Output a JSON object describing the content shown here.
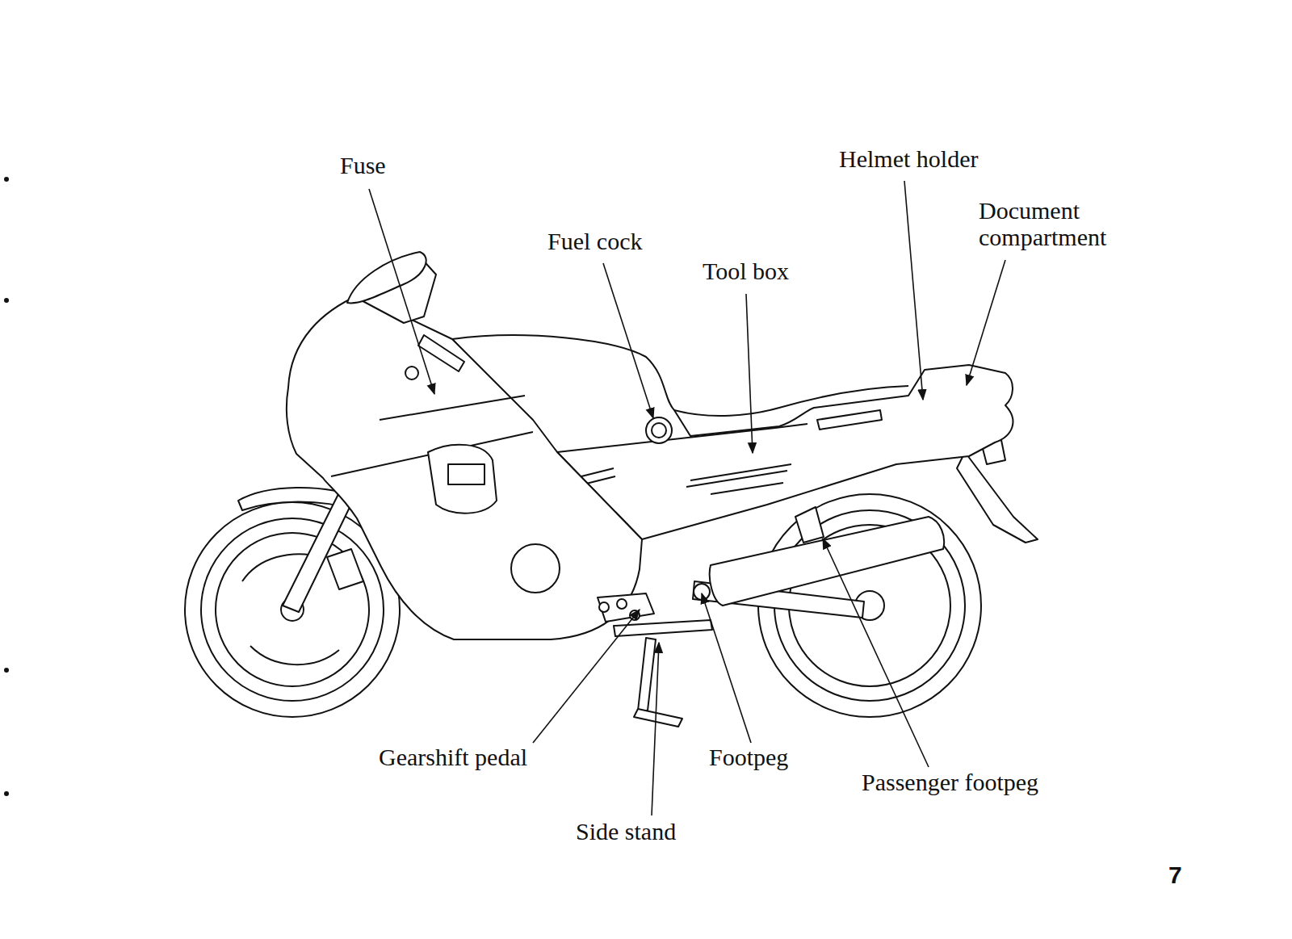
{
  "diagram": {
    "labels": [
      "Fuse",
      "Fuel cock",
      "Tool box",
      "Helmet holder",
      "Document compartment",
      "Gearshift pedal",
      "Footpeg",
      "Passenger footpeg",
      "Side stand",
      "7"
    ]
  }
}
